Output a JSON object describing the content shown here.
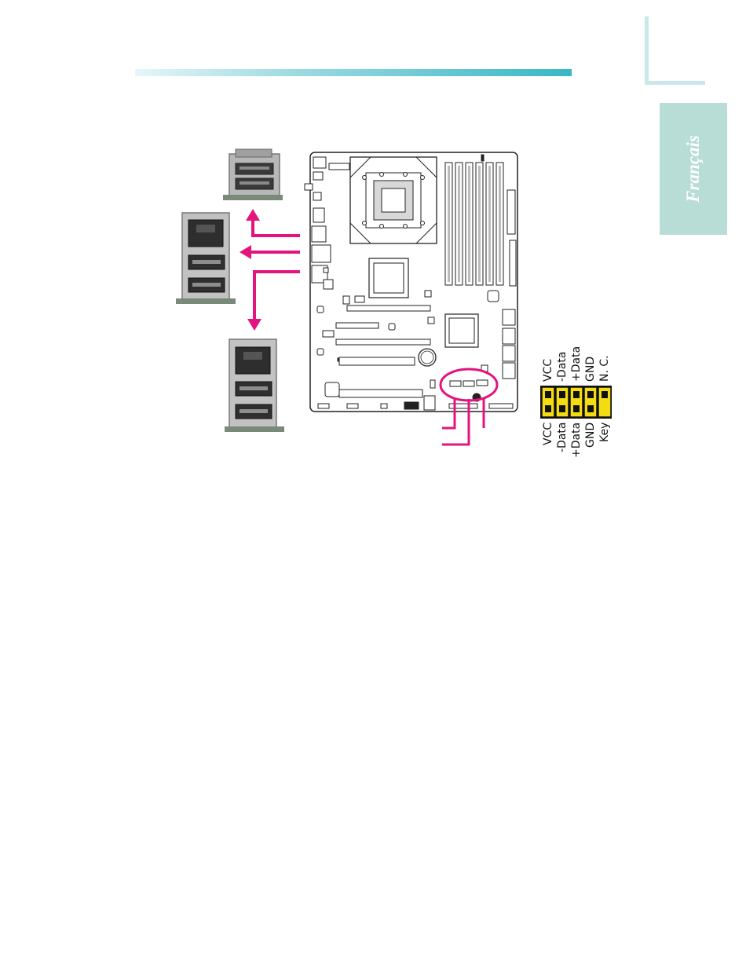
{
  "sidebar": {
    "language_tab": "Français"
  },
  "header": {
    "rule_color": "#38b7c6"
  },
  "colors": {
    "accent": "#e4147f",
    "pin_yellow": "#f3dd12",
    "tab_bg": "#b8dcd6"
  },
  "pins": {
    "top_row": [
      "VCC",
      "-Data",
      "+Data",
      "GND",
      "N. C."
    ],
    "bottom_row": [
      "VCC",
      "-Data",
      "+Data",
      "GND",
      "Key"
    ]
  }
}
